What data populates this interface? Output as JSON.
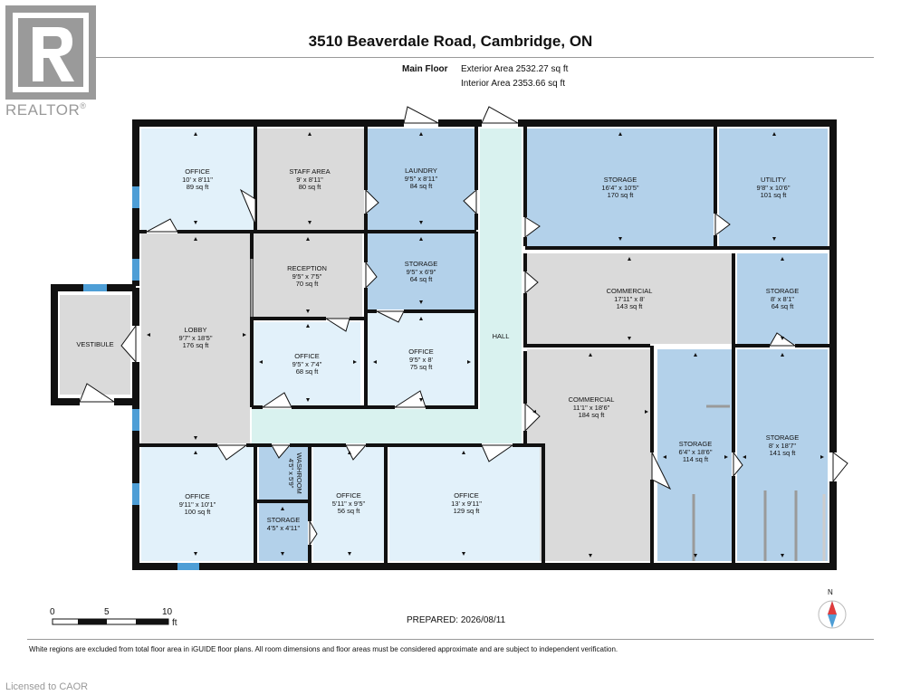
{
  "title": "3510 Beaverdale Road, Cambridge, ON",
  "floor_label": "Main Floor",
  "exterior_area": "Exterior Area 2532.27 sq ft",
  "interior_area": "Interior Area 2353.66 sq ft",
  "brand": "REALTOR",
  "brand_mark": "®",
  "prepared": "PREPARED: 2026/08/11",
  "footnote": "White regions are excluded from total floor area in iGUIDE floor plans. All room dimensions and floor areas must be considered approximate and are subject to independent verification.",
  "licensed": "Licensed to CAOR",
  "scale": {
    "t0": "0",
    "t5": "5",
    "t10": "10",
    "unit": "ft"
  },
  "compass": {
    "label": "N"
  },
  "colors": {
    "wall": "#111111",
    "office": "#e2f1fa",
    "gray": "#dadada",
    "blue": "#b3d1ea",
    "hall": "#d9f2ef",
    "window": "#4e9ed6"
  },
  "rooms": {
    "office1": {
      "name": "OFFICE",
      "dims": "10' x 8'11\"",
      "area": "89 sq ft"
    },
    "staff": {
      "name": "STAFF AREA",
      "dims": "9' x 8'11\"",
      "area": "80 sq ft"
    },
    "laundry": {
      "name": "LAUNDRY",
      "dims": "9'5\" x 8'11\"",
      "area": "84 sq ft"
    },
    "storage1": {
      "name": "STORAGE",
      "dims": "16'4\" x 10'5\"",
      "area": "170 sq ft"
    },
    "utility": {
      "name": "UTILITY",
      "dims": "9'8\" x 10'6\"",
      "area": "101 sq ft"
    },
    "reception": {
      "name": "RECEPTION",
      "dims": "9'5\" x 7'5\"",
      "area": "70 sq ft"
    },
    "storage2": {
      "name": "STORAGE",
      "dims": "9'5\" x 6'9\"",
      "area": "64 sq ft"
    },
    "commercial1": {
      "name": "COMMERCIAL",
      "dims": "17'11\" x 8'",
      "area": "143 sq ft"
    },
    "storage3": {
      "name": "STORAGE",
      "dims": "8' x 8'1\"",
      "area": "64 sq ft"
    },
    "vestibule": {
      "name": "VESTIBULE"
    },
    "lobby": {
      "name": "LOBBY",
      "dims": "9'7\" x 18'5\"",
      "area": "176 sq ft"
    },
    "hall": {
      "name": "HALL"
    },
    "office2": {
      "name": "OFFICE",
      "dims": "9'5\" x 7'4\"",
      "area": "68 sq ft"
    },
    "office3": {
      "name": "OFFICE",
      "dims": "9'5\" x 8'",
      "area": "75 sq ft"
    },
    "commercial2": {
      "name": "COMMERCIAL",
      "dims": "11'1\" x 18'6\"",
      "area": "184 sq ft"
    },
    "storage4": {
      "name": "STORAGE",
      "dims": "6'4\" x 18'6\"",
      "area": "114 sq ft"
    },
    "storage5": {
      "name": "STORAGE",
      "dims": "8' x 18'7\"",
      "area": "141 sq ft"
    },
    "office4": {
      "name": "OFFICE",
      "dims": "9'11\" x 10'1\"",
      "area": "100 sq ft"
    },
    "washroom": {
      "name": "WASHROOM",
      "dims": "4'5\" x 5'9\""
    },
    "storage6": {
      "name": "STORAGE",
      "dims": "4'5\" x 4'11\""
    },
    "office5": {
      "name": "OFFICE",
      "dims": "5'11\" x 9'5\"",
      "area": "56 sq ft"
    },
    "office6": {
      "name": "OFFICE",
      "dims": "13' x 9'11\"",
      "area": "129 sq ft"
    }
  }
}
